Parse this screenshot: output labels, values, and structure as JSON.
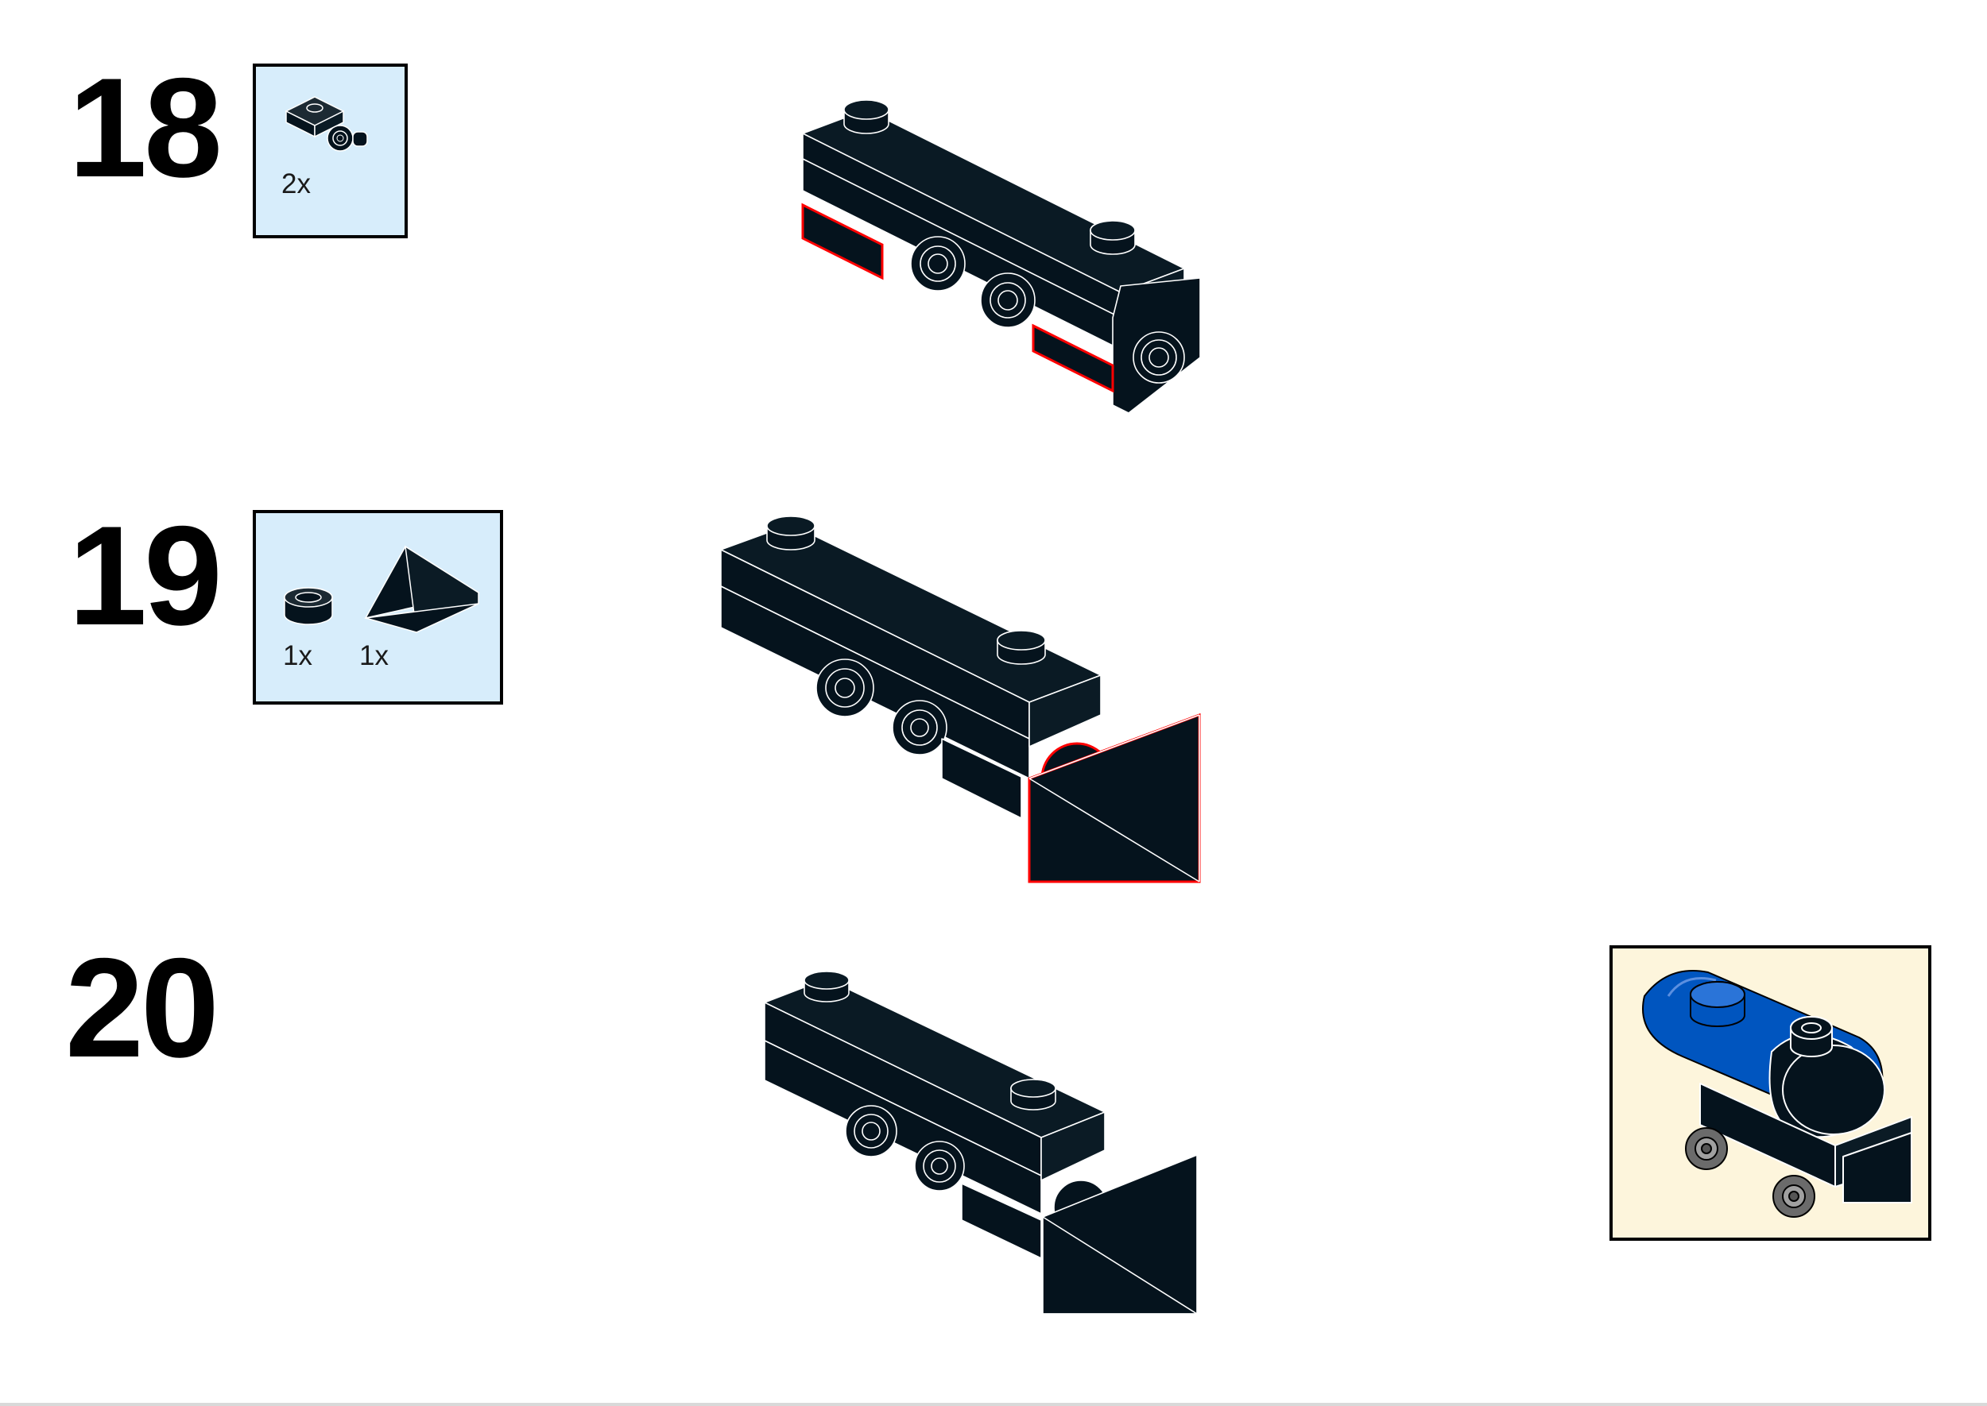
{
  "steps": [
    {
      "number": "18",
      "parts": [
        {
          "name": "plate-1x1-with-clip",
          "quantity": "2x"
        }
      ]
    },
    {
      "number": "19",
      "parts": [
        {
          "name": "round-plate-1x1",
          "quantity": "1x"
        },
        {
          "name": "slope-pyramid-2x2",
          "quantity": "1x"
        }
      ]
    },
    {
      "number": "20",
      "parts": []
    }
  ],
  "preview": {
    "description_icon": "steam-locomotive-preview"
  },
  "colors": {
    "parts_box": "#d7edfb",
    "preview_box": "#fdf5dc",
    "brick": "#05131d",
    "new_part_highlight": "#ff0000",
    "boiler_blue": "#0055bf"
  }
}
